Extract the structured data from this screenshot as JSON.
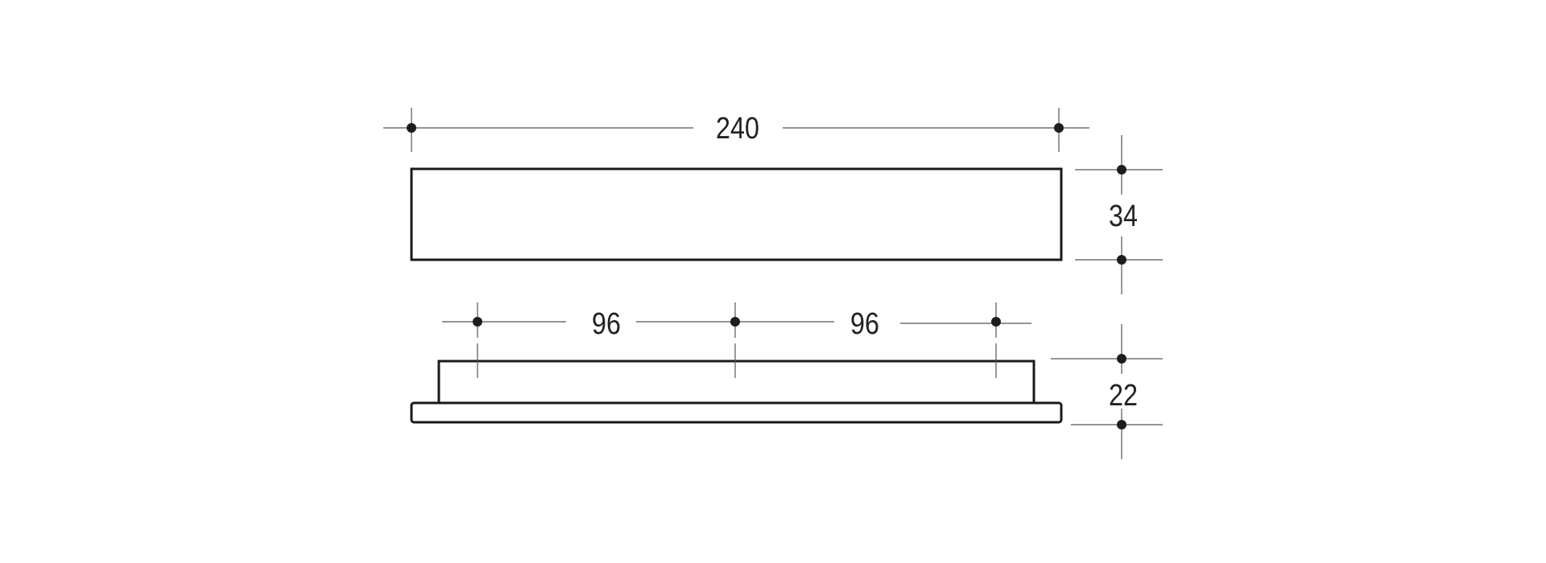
{
  "dimensions": {
    "length": "240",
    "height": "34",
    "hole_spacing_left": "96",
    "hole_spacing_right": "96",
    "depth": "22"
  },
  "colors": {
    "line": "#1a1a1a",
    "dim_line": "#555555",
    "dot": "#231a1f"
  }
}
